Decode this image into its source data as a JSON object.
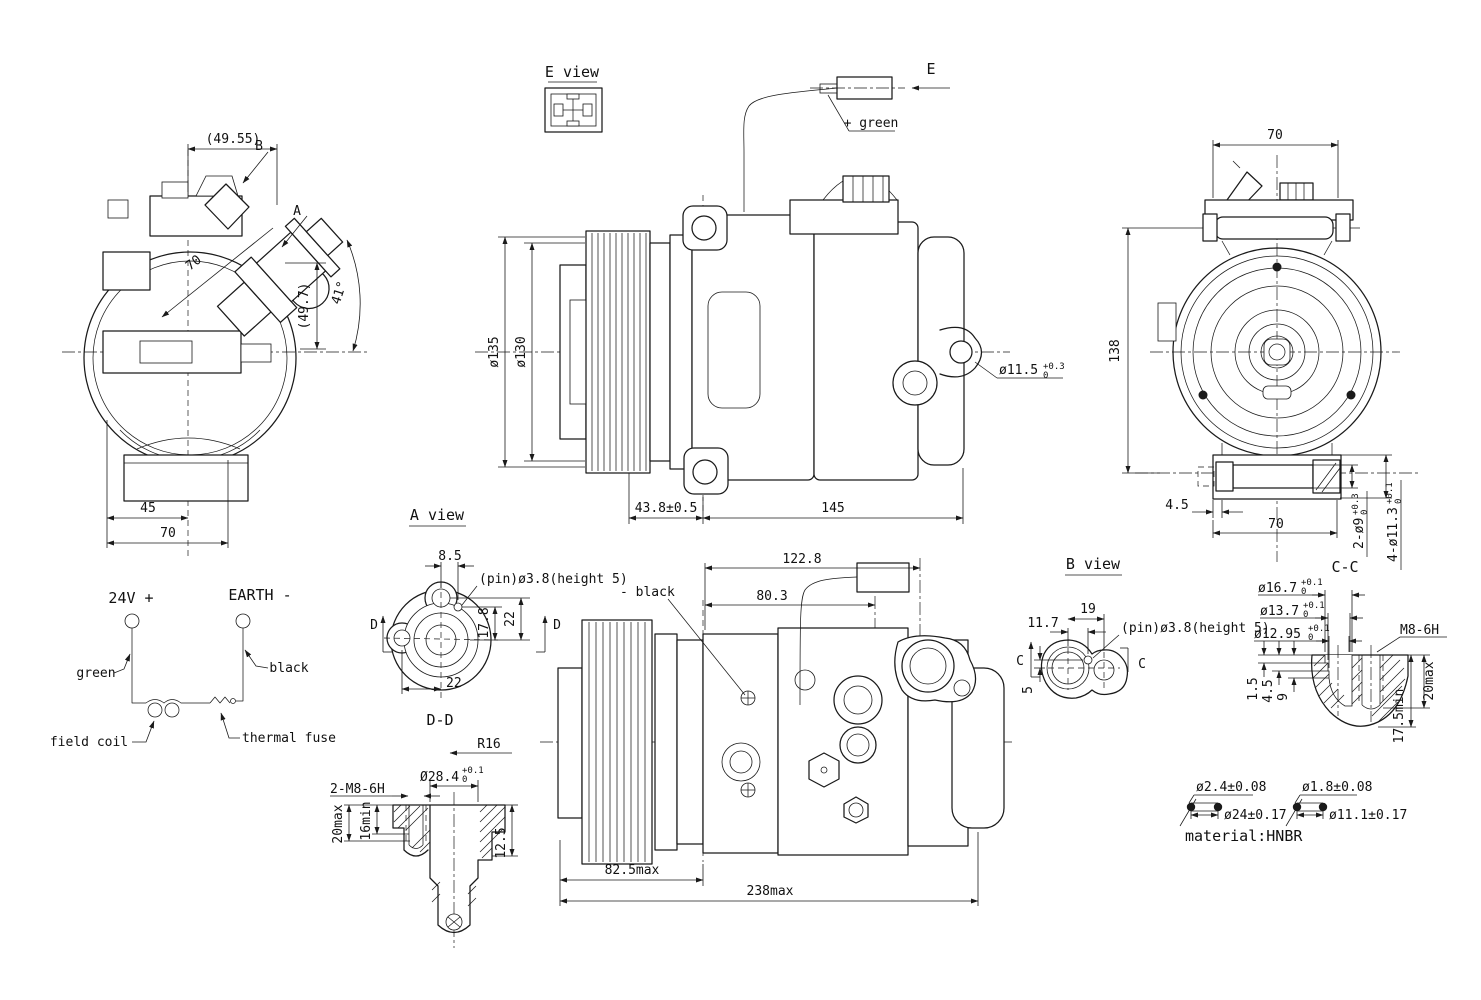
{
  "colors": {
    "background": "#ffffff",
    "line": "#1a1a1a"
  },
  "left_view": {
    "ref_width": "(49.55)",
    "view_b": "B",
    "view_a": "A",
    "dim_diag": "70",
    "ref_height": "(49.7)",
    "angle": "41°",
    "base_45": "45",
    "base_70": "70"
  },
  "schematic": {
    "terminal_positive": "24V +",
    "terminal_negative": "EARTH -",
    "wire_green": "green",
    "wire_black": "black",
    "field_coil": "field coil",
    "thermal_fuse": "thermal fuse"
  },
  "e_view": {
    "title": "E view",
    "arrow_label": "E",
    "wire_label": "+ green"
  },
  "top_side_view": {
    "dia_135": "ø135",
    "dia_130": "ø130",
    "pulley_width": "43.8±0.5",
    "body_length": "145",
    "lug_hole": "ø11.5",
    "lug_tol_up": "+0.3",
    "lug_tol_dn": "0"
  },
  "front_view": {
    "top_70": "70",
    "height_138": "138",
    "offset_4_5": "4.5",
    "bottom_70": "70",
    "holes_2d9": "2-ø9",
    "d9_tol_up": "+0.3",
    "d9_tol_dn": "0",
    "holes_4d113": "4-ø11.3",
    "d113_tol_up": "+0.1",
    "d113_tol_dn": "0"
  },
  "a_view": {
    "title": "A view",
    "dim_8_5": "8.5",
    "pin_note": "(pin)ø3.8(height 5)",
    "dim_17_8": "17.8",
    "dim_22_v": "22",
    "dim_22_h": "22",
    "cut_label": "D"
  },
  "dd_section": {
    "title": "D-D",
    "radius": "R16",
    "bore": "Ø28.4",
    "bore_tol_up": "+0.1",
    "bore_tol_dn": "0",
    "thread": "2-M8-6H",
    "depth_20": "20max",
    "depth_16": "16min",
    "dim_12_5": "12.5"
  },
  "bottom_side_view": {
    "dim_122_8": "122.8",
    "dim_80_3": "80.3",
    "wire_label": "- black",
    "dim_82_5": "82.5max",
    "dim_238": "238max"
  },
  "b_view": {
    "title": "B view",
    "dim_11_7": "11.7",
    "dim_19": "19",
    "pin_note": "(pin)ø3.8(height 5)",
    "cut_label": "C",
    "dim_5": "5"
  },
  "cc_section": {
    "title": "C-C",
    "dia_16_7": "ø16.7",
    "dia_13_7": "ø13.7",
    "dia_12_95": "ø12.95",
    "tol_up": "+0.1",
    "tol_dn": "0",
    "thread": "M8-6H",
    "dim_1_5": "1.5",
    "dim_4_5": "4.5",
    "dim_9": "9",
    "dim_20": "20max",
    "dim_17_5": "17.5min"
  },
  "seals": {
    "oring1_cs": "ø2.4±0.08",
    "oring1_id": "ø24±0.17",
    "oring2_cs": "ø1.8±0.08",
    "oring2_id": "ø11.1±0.17",
    "material": "material:HNBR"
  }
}
